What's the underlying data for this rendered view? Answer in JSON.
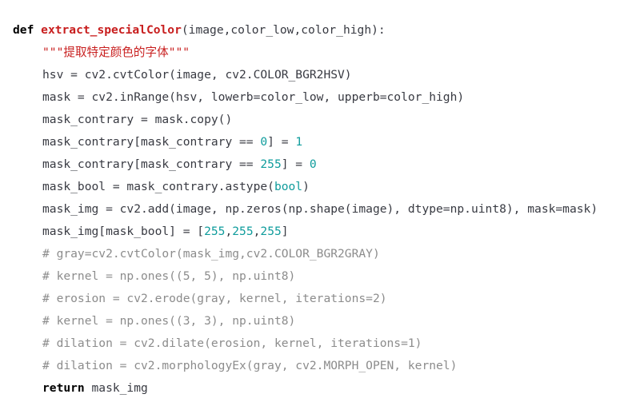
{
  "code": {
    "line1": {
      "kw": "def",
      "fname": "extract_specialColor",
      "params": "(image,color_low,color_high):"
    },
    "line2": {
      "docstring": "\"\"\"提取特定颜色的字体\"\"\""
    },
    "line3": {
      "text": "hsv = cv2.cvtColor(image, cv2.COLOR_BGR2HSV)"
    },
    "line4": {
      "text": "mask = cv2.inRange(hsv, lowerb=color_low, upperb=color_high)"
    },
    "line5": {
      "text": "mask_contrary = mask.copy()"
    },
    "line6": {
      "pre": "mask_contrary[mask_contrary == ",
      "num1": "0",
      "mid": "] = ",
      "num2": "1"
    },
    "line7": {
      "pre": "mask_contrary[mask_contrary == ",
      "num1": "255",
      "mid": "] = ",
      "num2": "0"
    },
    "line8": {
      "pre": "mask_bool = mask_contrary.astype(",
      "builtin": "bool",
      "post": ")"
    },
    "line9": {
      "text": "mask_img = cv2.add(image, np.zeros(np.shape(image), dtype=np.uint8), mask=mask)"
    },
    "line10": {
      "pre": "mask_img[mask_bool] = [",
      "n1": "255",
      "c1": ",",
      "n2": "255",
      "c2": ",",
      "n3": "255",
      "post": "]"
    },
    "line11": {
      "comment": "# gray=cv2.cvtColor(mask_img,cv2.COLOR_BGR2GRAY)"
    },
    "line12": {
      "comment": "# kernel = np.ones((5, 5), np.uint8)"
    },
    "line13": {
      "comment": "# erosion = cv2.erode(gray, kernel, iterations=2)"
    },
    "line14": {
      "comment": "# kernel = np.ones((3, 3), np.uint8)"
    },
    "line15": {
      "comment": "# dilation = cv2.dilate(erosion, kernel, iterations=1)"
    },
    "line16": {
      "comment": "# dilation = cv2.morphologyEx(gray, cv2.MORPH_OPEN, kernel)"
    },
    "line17": {
      "kw": "return",
      "post": " mask_img"
    }
  },
  "colors": {
    "keyword": "#000000",
    "function_name": "#c81e1e",
    "string": "#c81e1e",
    "number": "#0f9c9c",
    "comment": "#8c8c8c",
    "text": "#383a42",
    "background": "#ffffff"
  }
}
